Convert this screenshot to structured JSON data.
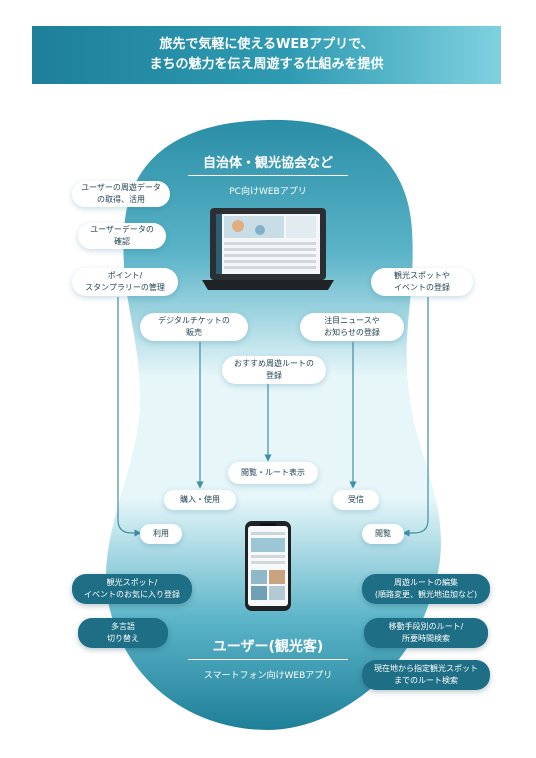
{
  "banner": {
    "line1": "旅先で気軽に使えるWEBアプリで、",
    "line2": "まちの魅力を伝え周遊する仕組みを提供"
  },
  "top_group": {
    "title": "自治体・観光協会など",
    "subtitle": "PC向けWEBアプリ"
  },
  "bottom_group": {
    "title": "ユーザー(観光客)",
    "subtitle": "スマートフォン向けWEBアプリ"
  },
  "admin_features": {
    "user_data": "ユーザーの周遊データ\nの取得、活用",
    "user_confirm": "ユーザーデータの\n確認",
    "points": "ポイント/\nスタンプラリーの管理",
    "spots": "観光スポットや\nイベントの登録",
    "digital_ticket": "デジタルチケットの\n販売",
    "news": "注目ニュースや\nお知らせの登録",
    "route": "おすすめ周遊ルートの\n登録"
  },
  "flow_labels": {
    "view_route": "閲覧・ルート表示",
    "purchase": "購入・使用",
    "receive": "受信",
    "use": "利用",
    "browse": "閲覧"
  },
  "user_features": {
    "favorites": "観光スポット/\nイベントのお気に入り登録",
    "multilang": "多言語\n切り替え",
    "edit_route": "周遊ルートの編集\n(順路変更、観光地追加など)",
    "transport": "移動手段別のルート/\n所要時間検索",
    "current_location": "現在地から指定観光スポット\nまでのルート検索"
  },
  "colors": {
    "accent": "#1e6e86",
    "blob_top": "#2a8ea6",
    "blob_mid": "#dff3f7",
    "arrow": "#3f8fa6"
  }
}
